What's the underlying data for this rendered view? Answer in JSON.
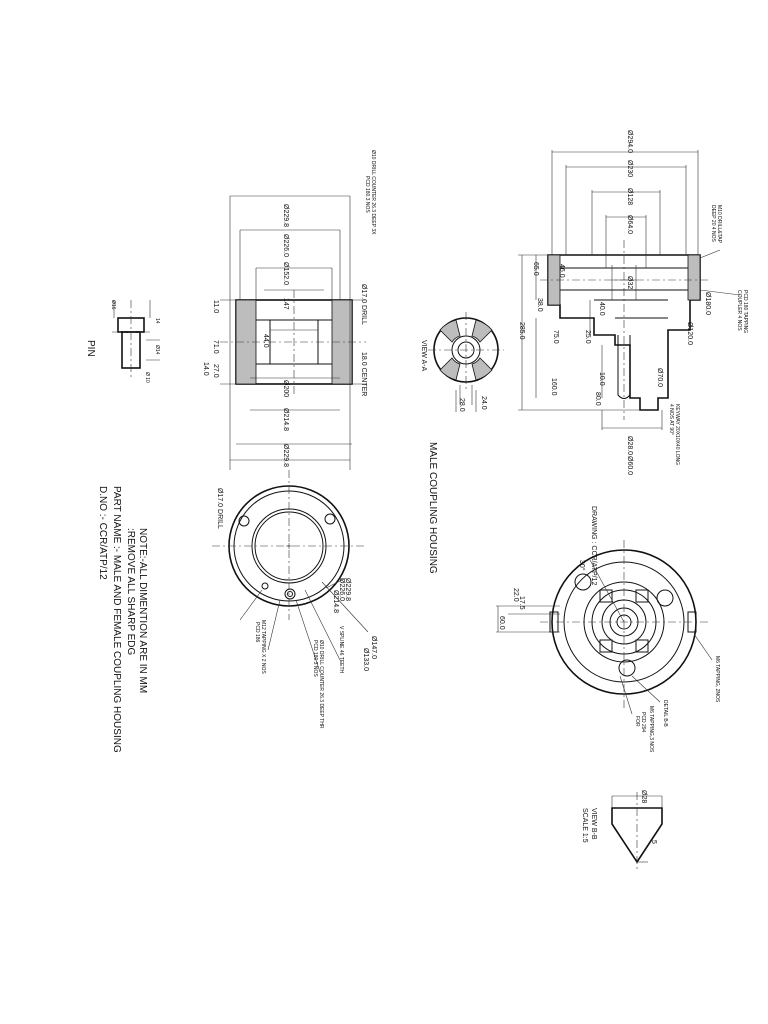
{
  "titles": {
    "male": "MALE COUPLING HOUSING",
    "view_aa": "VIEW A-A",
    "pin": "PIN",
    "view_bb": "VIEW B-B",
    "view_bb_scale": "SCALE 1:5",
    "drawing": "DRAWING : CCR/ATP/12"
  },
  "notes": {
    "line1": "NOTE:-ALL DIMENTION ARE IN MM",
    "line2": ":REMOVE ALL SHARP EDG",
    "line3": "PART NAME :- MALE AND FEMALE COUPLING HOUSING",
    "line4": "D.NO :-   CCR/ATP/12"
  },
  "male": {
    "d_outer": "Ø294.0",
    "d_230": "Ø230",
    "d_128": "Ø128",
    "d_64": "Ø64.0",
    "d_32": "Ø32",
    "d_180": "Ø180.0",
    "d_120": "Ø120.0",
    "d_70": "Ø70.0",
    "d_60": "Ø60.0",
    "d_28": "Ø28.0",
    "l_285": "285.0",
    "l_65": "65.0",
    "l_46": "46.0",
    "l_38": "38.0",
    "l_40": "40.0",
    "l_25": "25.0",
    "l_75": "75.0",
    "l_160": "160.0",
    "l_10": "10.0",
    "l_80": "80.0",
    "keyway": "KEYWAY 20X10X40 LONG",
    "keyway2": "4 NOS AT 90°",
    "small_a": "M10 DRILL&TAP",
    "small_b": "DEEP 20 4 NOS",
    "small_c": "PCD 180 TAPPING",
    "small_d": "COUPLER 4 NOS"
  },
  "view_aa": {
    "w1": "24.0",
    "w2": "28.0"
  },
  "female": {
    "d_229": "Ø229.8",
    "d_226": "Ø226.0",
    "d_152": "Ø152.0",
    "d_147": "147",
    "d_44": "44.0",
    "d_200": "Ø200",
    "d_214": "Ø214.8",
    "d_229b": "Ø229.8",
    "l_11": "11.0",
    "l_71": "71.0",
    "l_14": "14.0",
    "l_27": "27.0",
    "drill": "Ø17.0 DRILL",
    "center": "18.0 CENTER",
    "cbore1": "Ø10 DRILL COUNTER 26.3 DEEP 3X",
    "cbore2": "PCD 180.3 NOS"
  },
  "female_face": {
    "d_2298": "Ø229.8",
    "d_226": "Ø226.0",
    "d_2148": "Ø214.8",
    "d_147": "Ø147.0",
    "d_133": "Ø133.0",
    "spline": "V SPLINE 46 TEETH",
    "drill17": "Ø17.0 DRILL",
    "cbore1": "Ø10 DRILL COUNTER 26.3 DEEP THR",
    "cbore2": "PCD 180.3 NOS",
    "tap1": "M12 TAPPING X 2 NOS",
    "tap2": "PCD 186"
  },
  "male_face": {
    "w175": "17.5",
    "w22": "22.0",
    "w60": "60.0",
    "ang": "30°",
    "tap": "M6 TAPPING, 2NOS",
    "detail": "DETAIL B-B",
    "pcd_a": "M6 TAPPING,3 NOS",
    "pcd_b": "PCD 294",
    "pcd_c": "FOR"
  },
  "view_bb": {
    "d28": "Ø28",
    "five": "5"
  }
}
